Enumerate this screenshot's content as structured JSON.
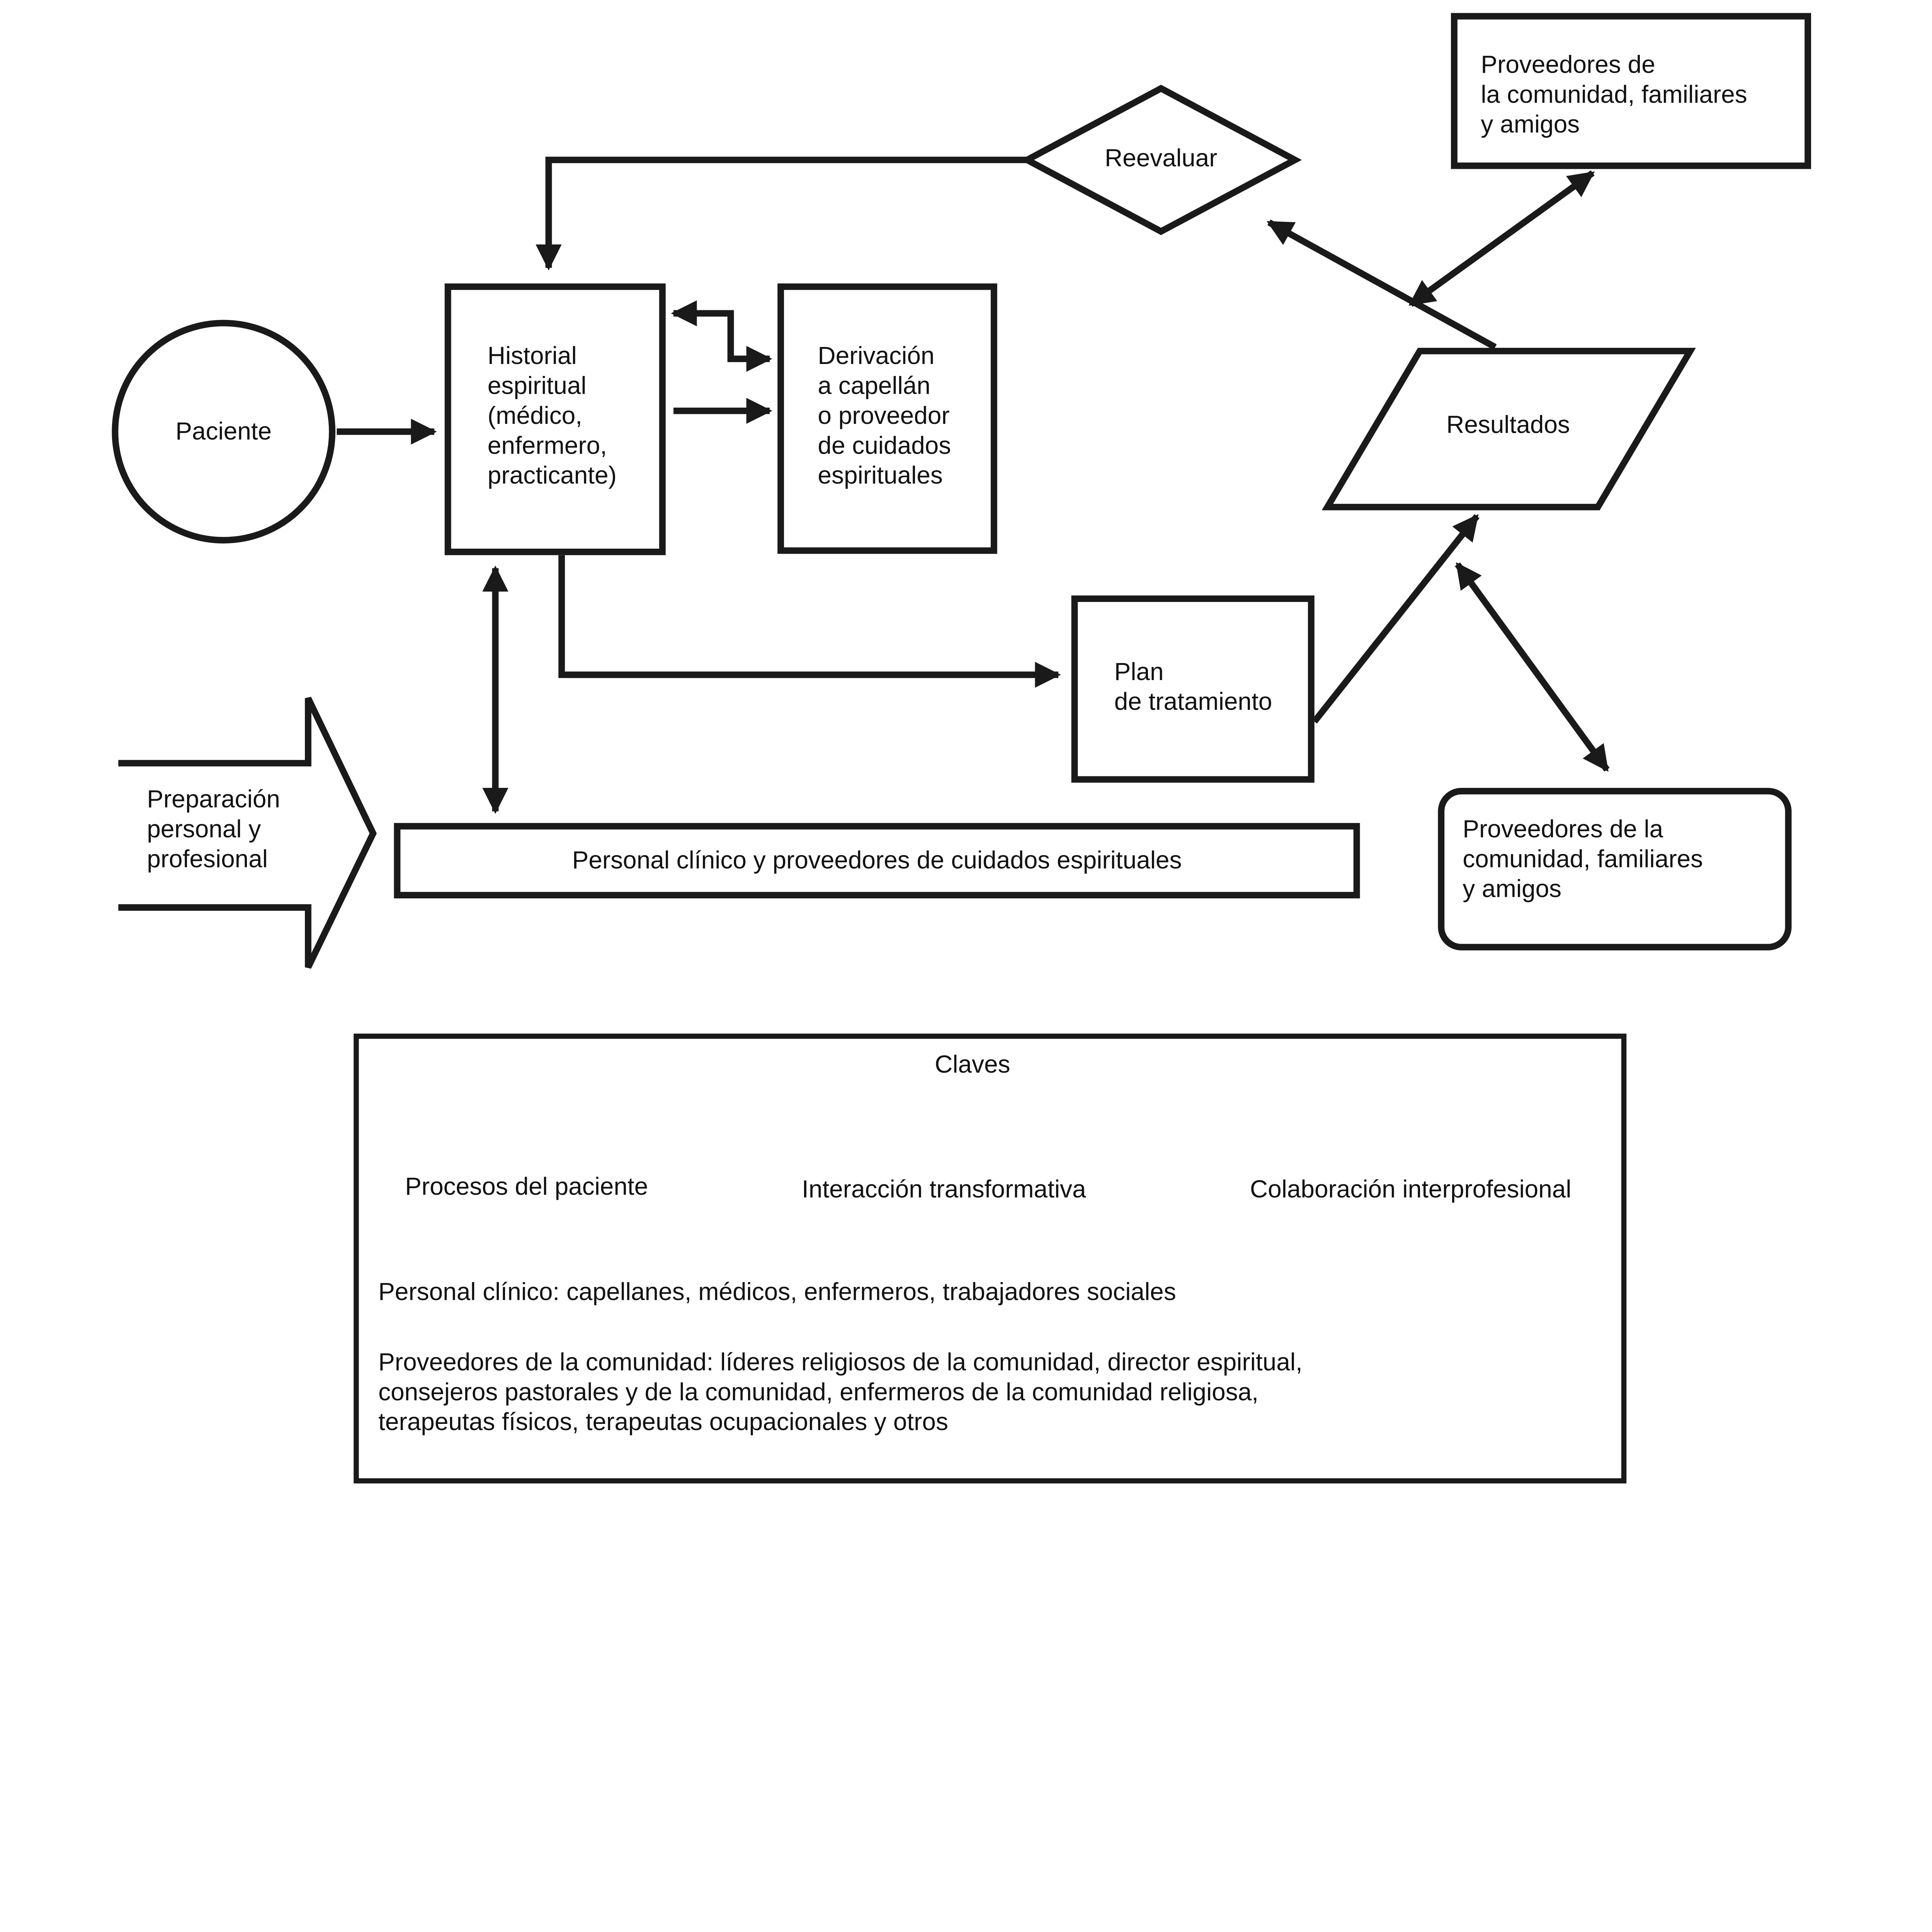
{
  "nodes": {
    "paciente": {
      "label": "Paciente"
    },
    "historial": {
      "lines": [
        "Historial",
        "espiritual",
        "(médico,",
        "enfermero,",
        "practicante)"
      ]
    },
    "derivacion": {
      "lines": [
        "Derivación",
        "a capellán",
        "o proveedor",
        "de cuidados",
        "espirituales"
      ]
    },
    "reevaluar": {
      "label": "Reevaluar"
    },
    "proveedores_top": {
      "lines": [
        "Proveedores de",
        "la comunidad, familiares",
        "y amigos"
      ]
    },
    "resultados": {
      "label": "Resultados"
    },
    "plan": {
      "lines": [
        "Plan",
        "de tratamiento"
      ]
    },
    "personal_bar": {
      "label": "Personal clínico y proveedores de cuidados espirituales"
    },
    "preparacion": {
      "lines": [
        "Preparación",
        "personal y",
        "profesional"
      ]
    },
    "proveedores_bottom": {
      "lines": [
        "Proveedores de la",
        "comunidad, familiares",
        "y amigos"
      ]
    }
  },
  "legend": {
    "title": "Claves",
    "items": [
      {
        "label": "Procesos del paciente"
      },
      {
        "label": "Interacción transformativa"
      },
      {
        "label": "Colaboración interprofesional"
      }
    ],
    "notes": [
      "Personal clínico: capellanes, médicos, enfermeros, trabajadores sociales",
      "Proveedores de la comunidad: líderes religiosos de la comunidad, director espiritual,",
      "consejeros pastorales y de la comunidad, enfermeros de la comunidad religiosa,",
      "terapeutas físicos, terapeutas ocupacionales y otros"
    ]
  },
  "colors": {
    "ink": "#1a1a1a",
    "bg": "#ffffff"
  }
}
